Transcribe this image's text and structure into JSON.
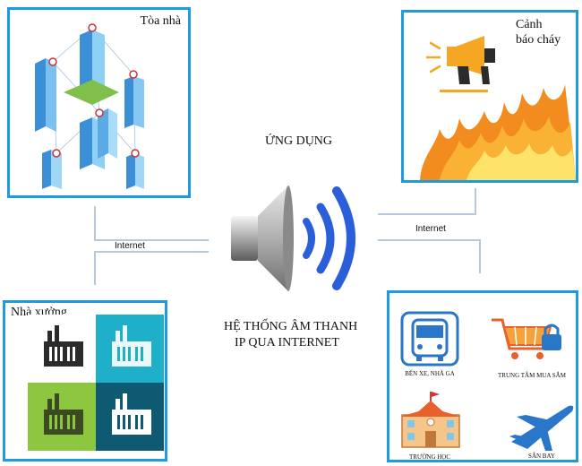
{
  "panels": {
    "buildings": {
      "label": "Tòa nhà"
    },
    "fire_alarm": {
      "label_line1": "Cảnh",
      "label_line2": "báo cháy"
    },
    "factory": {
      "label": "Nhà xưởng"
    },
    "venues": {
      "items": [
        {
          "label": "BẾN XE, NHÀ GA"
        },
        {
          "label": "TRUNG TÂM MUA SẮM"
        },
        {
          "label": "TRƯỜNG HỌC"
        },
        {
          "label": "SÂN BAY"
        }
      ]
    }
  },
  "center": {
    "application": "ỨNG DỤNG",
    "system_line1": "HỆ THỐNG ÂM THANH",
    "system_line2": "IP QUA INTERNET"
  },
  "links": {
    "left": "Internet",
    "right": "Internet"
  },
  "colors": {
    "panel_border": "#1e9be0",
    "speaker_wave": "#2b5fd9",
    "factory_tiles": [
      "#ffffff",
      "#1eb0c8",
      "#8dc63f",
      "#0e5a73"
    ]
  }
}
